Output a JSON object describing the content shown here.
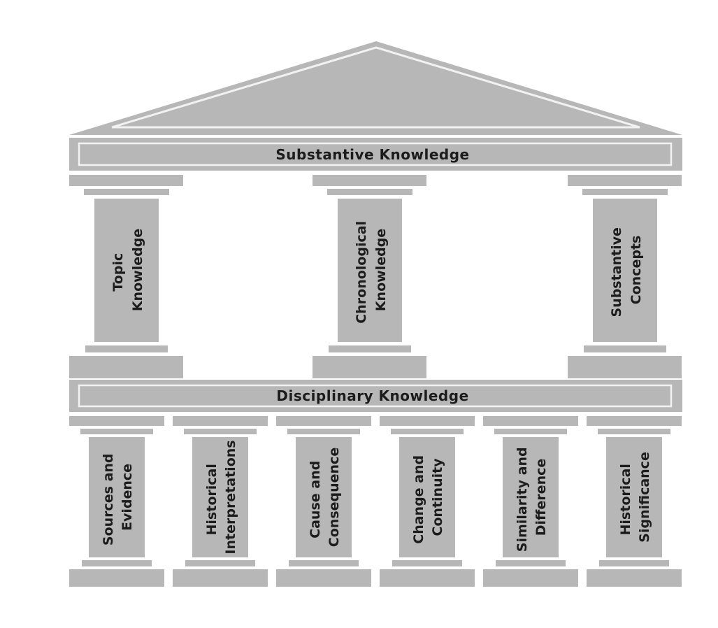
{
  "roof_band": {
    "label": "Substantive Knowledge",
    "pillars": [
      {
        "line1": "Topic",
        "line2": "Knowledge"
      },
      {
        "line1": "Chronological",
        "line2": "Knowledge"
      },
      {
        "line1": "Substantive",
        "line2": "Concepts"
      }
    ]
  },
  "base_band": {
    "label": "Disciplinary Knowledge",
    "pillars": [
      {
        "line1": "Sources and",
        "line2": "Evidence"
      },
      {
        "line1": "Historical",
        "line2": "Interpretations"
      },
      {
        "line1": "Cause and",
        "line2": "Consequence"
      },
      {
        "line1": "Change and",
        "line2": "Continuity"
      },
      {
        "line1": "Similarity and",
        "line2": "Difference"
      },
      {
        "line1": "Historical",
        "line2": "Significance"
      }
    ]
  },
  "colors": {
    "stone": "#b7b7b7",
    "text": "#1c1c1c"
  }
}
